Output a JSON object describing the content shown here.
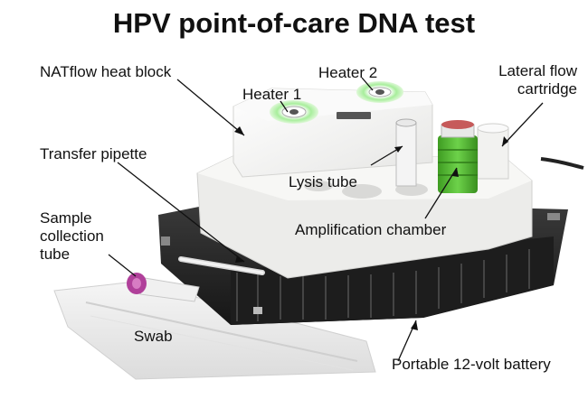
{
  "title": "HPV point-of-care DNA test",
  "labels": {
    "heat_block": "NATflow heat block",
    "heater1": "Heater 1",
    "heater2": "Heater 2",
    "lateral_flow": "Lateral flow cartridge",
    "transfer_pipette": "Transfer pipette",
    "lysis_tube": "Lysis tube",
    "sample_tube": "Sample collection tube",
    "amplification": "Amplification chamber",
    "swab": "Swab",
    "battery": "Portable 12-volt battery"
  },
  "colors": {
    "heater_ring": "#7fd67a",
    "amplification_chamber": "#4caf2a",
    "sample_cap": "#b0409a",
    "battery": "#2a2a2a",
    "device": "#f4f4f2"
  }
}
